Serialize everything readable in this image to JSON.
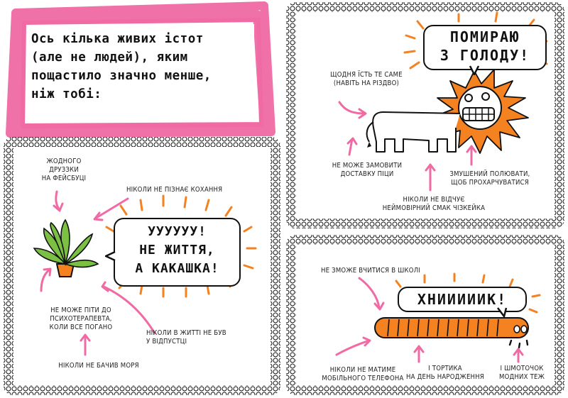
{
  "intro": {
    "title_lines": [
      "Ось кілька живих істот",
      "(але не людей), яким",
      "пощастило значно менше,",
      "ніж тобі:"
    ]
  },
  "panel_plant": {
    "exclamation_lines": [
      "УУУУУУ!",
      "НЕ ЖИТТЯ,",
      "А КАКАШКА!"
    ],
    "notes": {
      "no_friends": [
        "Жодного",
        "друззки",
        "на фейсбуці"
      ],
      "no_love": [
        "Ніколи не пізнає кохання"
      ],
      "no_therapist": [
        "Не може піти до психотерапевта,",
        "коли все погано"
      ],
      "no_vacation": [
        "Ніколи в житті не був",
        "у відпустці"
      ],
      "no_sea": [
        "Ніколи не бачив моря"
      ]
    }
  },
  "panel_lion": {
    "exclamation_lines": [
      "ПОМИРАЮ",
      "З ГОЛОДУ!"
    ],
    "notes": {
      "same_food": [
        "Щодня їсть те саме",
        "(навіть на Різдво)"
      ],
      "no_pizza": [
        "Не може замовити",
        "доставку піци"
      ],
      "no_cheesecake": [
        "Ніколи не відчує",
        "неймовірний смак чізкейка"
      ],
      "must_hunt": [
        "Змушений полювати,",
        "щоб прохарчуватися"
      ]
    }
  },
  "panel_worm": {
    "exclamation": "ХНИИИИИК!",
    "notes": {
      "no_school": [
        "Не зможе вчитися в школі"
      ],
      "no_phone": [
        "Ніколи не матиме",
        "мобільного телефона"
      ],
      "no_cake": [
        "І тортика",
        "на День народження"
      ],
      "no_clothes": [
        "І шмоточок",
        "модних теж"
      ]
    }
  },
  "colors": {
    "pink": "#f06aa4",
    "orange": "#f58220",
    "ink": "#111111"
  }
}
